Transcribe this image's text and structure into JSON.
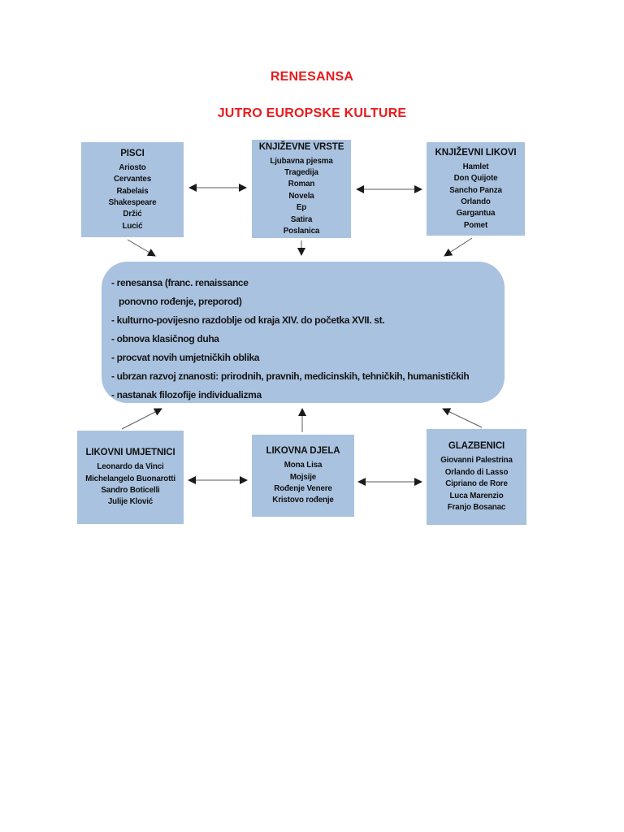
{
  "page": {
    "title": "RENESANSA",
    "subtitle": "JUTRO EUROPSKE KULTURE"
  },
  "colors": {
    "accent_red": "#e81b1d",
    "box_fill": "#a9c2e0",
    "arrow_color": "#595959",
    "text_color": "#1a1a1a"
  },
  "diagram": {
    "boxes": [
      {
        "id": "pisci",
        "title": "PISCI",
        "items": [
          "Ariosto",
          "Cervantes",
          "Rabelais",
          "Shakespeare",
          "Držić",
          "Lucić"
        ]
      },
      {
        "id": "knjizevne-vrste",
        "title": "KNJIŽEVNE VRSTE",
        "items": [
          "Ljubavna pjesma",
          "Tragedija",
          "Roman",
          "Novela",
          "Ep",
          "Satira",
          "Poslanica"
        ]
      },
      {
        "id": "knjizevni-likovi",
        "title": "KNJIŽEVNI LIKOVI",
        "items": [
          "Hamlet",
          "Don Quijote",
          "Sancho Panza",
          "Orlando",
          "Gargantua",
          "Pomet"
        ]
      },
      {
        "id": "likovni-umjetnici",
        "title": "LIKOVNI UMJETNICI",
        "items": [
          "Leonardo da Vinci",
          "Michelangelo Buonarotti",
          "Sandro Boticelli",
          "Julije Klović"
        ]
      },
      {
        "id": "likovna-djela",
        "title": "LIKOVNA DJELA",
        "items": [
          "Mona Lisa",
          "Mojsije",
          "Rođenje Venere",
          "Kristovo rođenje"
        ]
      },
      {
        "id": "glazbenici",
        "title": "GLAZBENICI",
        "items": [
          "Giovanni Palestrina",
          "Orlando di Lasso",
          "Cipriano de Rore",
          "Luca Marenzio",
          "Franjo Bosanac"
        ]
      }
    ],
    "center": {
      "lines": [
        "- renesansa (franc. renaissance",
        "ponovno rođenje, preporod)",
        "- kulturno-povijesno razdoblje od kraja XIV. do početka XVII. st.",
        "- obnova klasičnog duha",
        "- procvat novih umjetničkih oblika",
        "- ubrzan razvoj znanosti: prirodnih, pravnih, medicinskih, tehničkih, humanističkih",
        "- nastanak filozofije individualizma"
      ]
    }
  }
}
